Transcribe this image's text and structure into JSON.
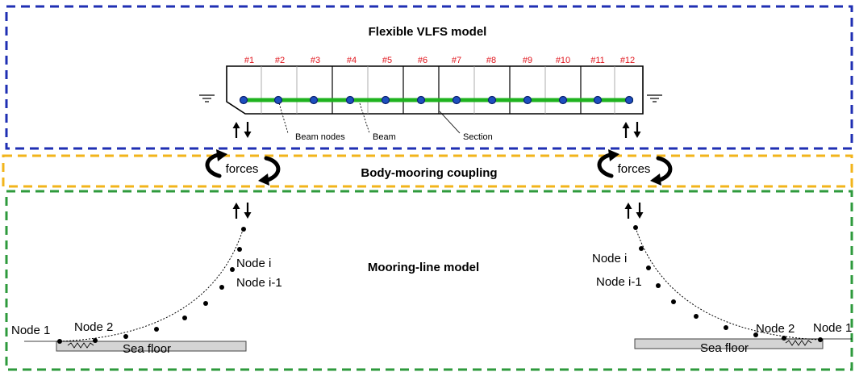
{
  "titles": {
    "flexible_model": "Flexible VLFS model",
    "coupling": "Body-mooring coupling",
    "mooring_model": "Mooring-line model"
  },
  "vlfs": {
    "section_numbers": [
      "#1",
      "#2",
      "#3",
      "#4",
      "#5",
      "#6",
      "#7",
      "#8",
      "#9",
      "#10",
      "#11",
      "#12"
    ],
    "annotations": {
      "beam_nodes": "Beam nodes",
      "beam": "Beam",
      "section": "Section"
    }
  },
  "coupling": {
    "left_label": "forces",
    "right_label": "forces"
  },
  "mooring_left": {
    "node_1": "Node 1",
    "node_2": "Node 2",
    "node_i": "Node i",
    "node_i_minus_1": "Node i-1",
    "seafloor": "Sea floor"
  },
  "mooring_right": {
    "node_1": "Node 1",
    "node_2": "Node 2",
    "node_i": "Node i",
    "node_i_minus_1": "Node i-1",
    "seafloor": "Sea floor"
  },
  "colors": {
    "top_box": "#1f2fb3",
    "middle_box": "#f2b41b",
    "bottom_box": "#2e9a3c",
    "beam": "#1fb31f",
    "section_number": "#e0141c",
    "node_fill": "#1e4fbf",
    "seafloor_fill": "#d4d4d4"
  }
}
